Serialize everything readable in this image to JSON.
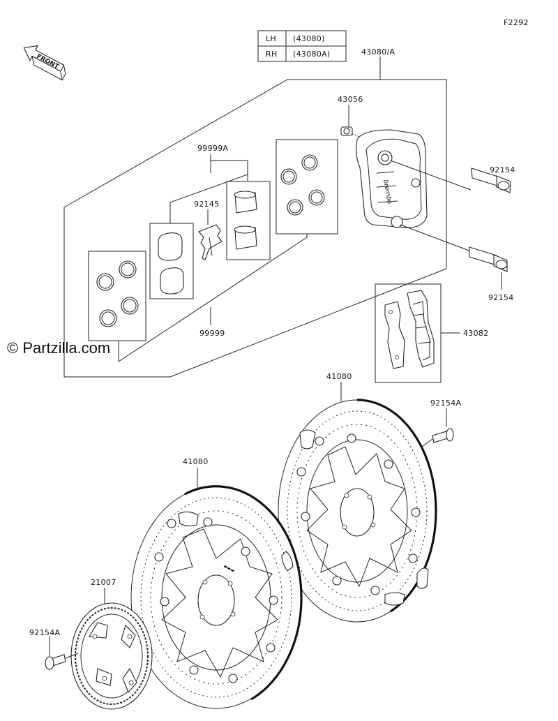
{
  "figure_code": "F2292",
  "watermark": "© Partzilla.com",
  "front_label": "FRONT",
  "caliper_table": {
    "rows": [
      {
        "side": "LH",
        "part": "(43080)"
      },
      {
        "side": "RH",
        "part": "(43080A)"
      }
    ]
  },
  "callouts": {
    "caliper_assy": "43080/A",
    "bleeder": "43056",
    "seal_kit_a": "99999A",
    "seal_kit": "99999",
    "spring": "92145",
    "bolt_upper": "92154",
    "bolt_lower": "92154",
    "pads": "43082",
    "disc_right": "41080",
    "disc_left": "41080",
    "disc_bolt_right": "92154A",
    "disc_bolt_left": "92154A",
    "abs_rotor": "21007"
  }
}
